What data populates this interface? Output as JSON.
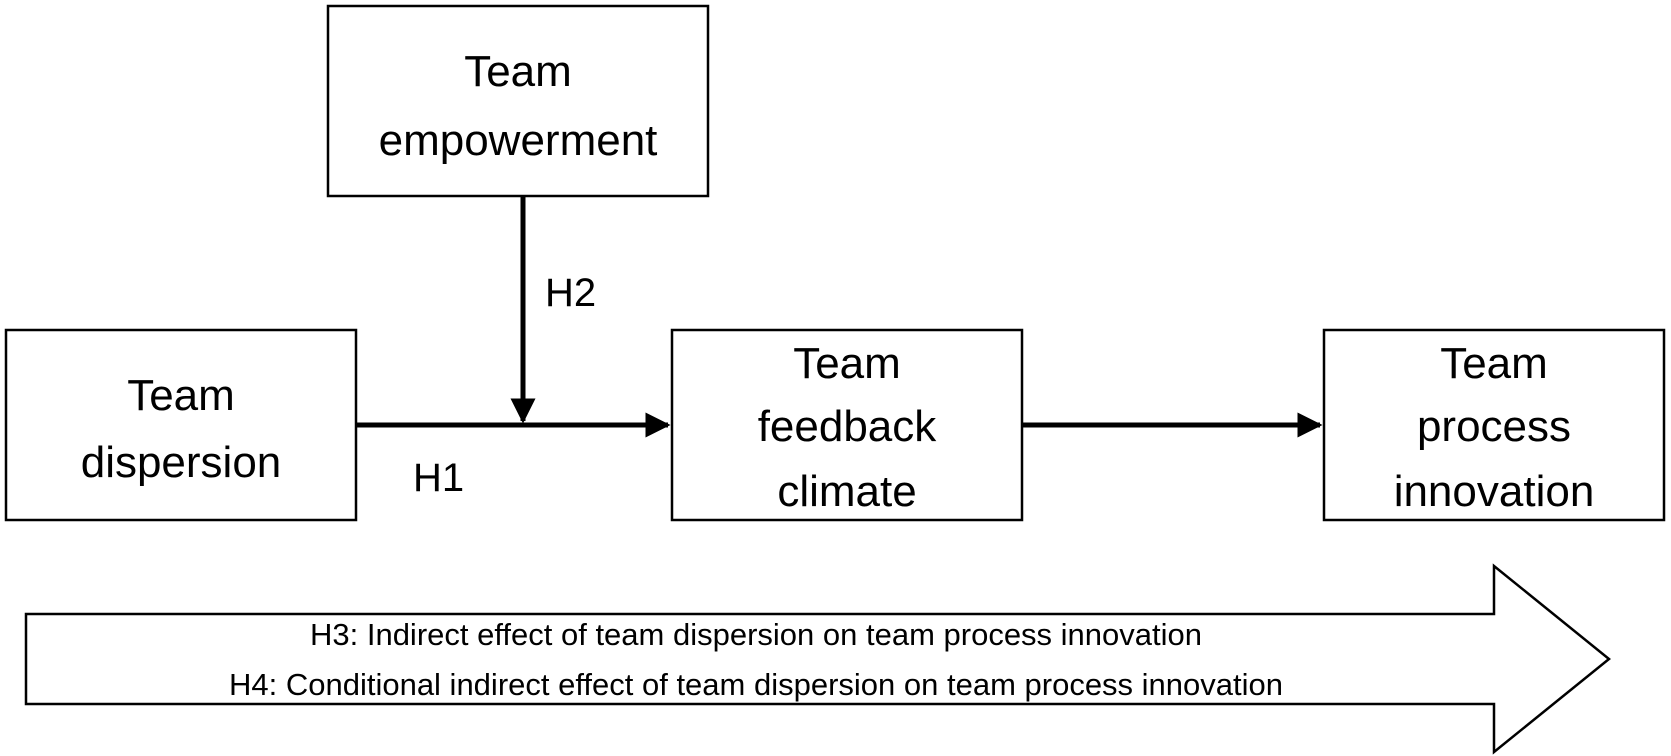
{
  "boxes": {
    "empowerment": {
      "line1": "Team",
      "line2": "empowerment"
    },
    "dispersion": {
      "line1": "Team",
      "line2": "dispersion"
    },
    "feedback": {
      "line1": "Team",
      "line2": "feedback",
      "line3": "climate"
    },
    "innovation": {
      "line1": "Team",
      "line2": "process",
      "line3": "innovation"
    }
  },
  "paths": {
    "h1": "H1",
    "h2": "H2"
  },
  "banner": {
    "h3": "H3: Indirect effect of team dispersion on team process innovation",
    "h4": "H4: Conditional indirect effect of team dispersion on team process innovation"
  }
}
